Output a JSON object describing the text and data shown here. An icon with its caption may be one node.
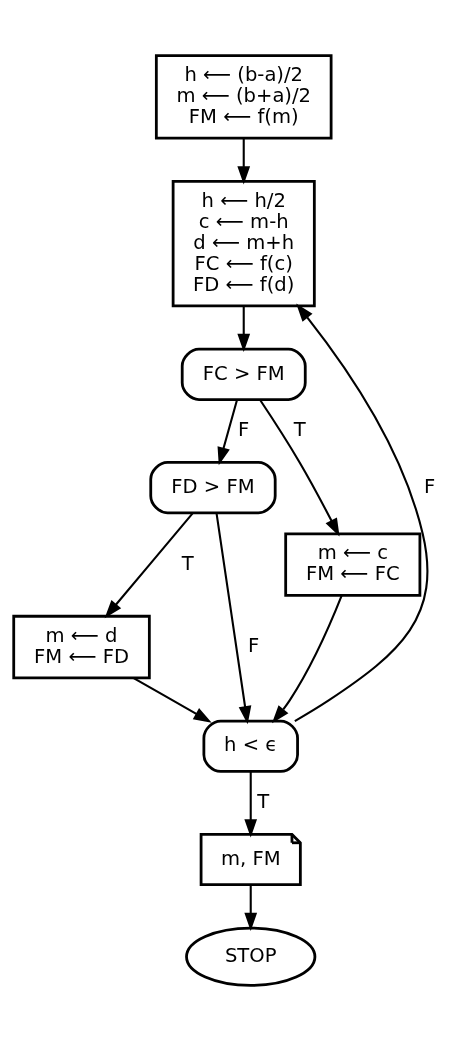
{
  "diagram": {
    "nodes": [
      {
        "text": [
          "h ⟵ (b-a)/2",
          "m ⟵ (b+a)/2",
          "FM ⟵ f(m)"
        ]
      },
      {
        "text": [
          "h ⟵ h/2",
          "c ⟵ m-h",
          "d ⟵ m+h",
          "FC ⟵ f(c)",
          "FD ⟵ f(d)"
        ]
      },
      {
        "text": [
          "FC > FM"
        ]
      },
      {
        "text": [
          "FD > FM"
        ]
      },
      {
        "text": [
          "m ⟵ c",
          "FM ⟵ FC"
        ]
      },
      {
        "text": [
          "m ⟵ d",
          "FM ⟵ FD"
        ]
      },
      {
        "text": [
          "h < ϵ"
        ]
      },
      {
        "text": [
          "m, FM"
        ]
      },
      {
        "text": [
          "STOP"
        ]
      }
    ],
    "edges": [
      {
        "from": 0,
        "to": 1,
        "arrow": "to"
      },
      {
        "from": 6,
        "to": 1,
        "arrow": "to",
        "label": "F"
      },
      {
        "from": 1,
        "to": 2,
        "arrow": "to"
      },
      {
        "from": 2,
        "to": 3,
        "arrow": "to",
        "label": "F"
      },
      {
        "from": 2,
        "to": 4,
        "arrow": "to",
        "label": "T"
      },
      {
        "from": 3,
        "to": 6,
        "arrow": "to",
        "label": "F"
      },
      {
        "from": 3,
        "to": 5,
        "arrow": "to",
        "label": "T"
      },
      {
        "from": 5,
        "to": 6,
        "arrow": "to"
      },
      {
        "from": 4,
        "to": 6,
        "arrow": "to"
      },
      {
        "from": 6,
        "to": 7,
        "arrow": "to",
        "label": "T"
      },
      {
        "from": 7,
        "to": 8,
        "arrow": "to"
      }
    ]
  }
}
